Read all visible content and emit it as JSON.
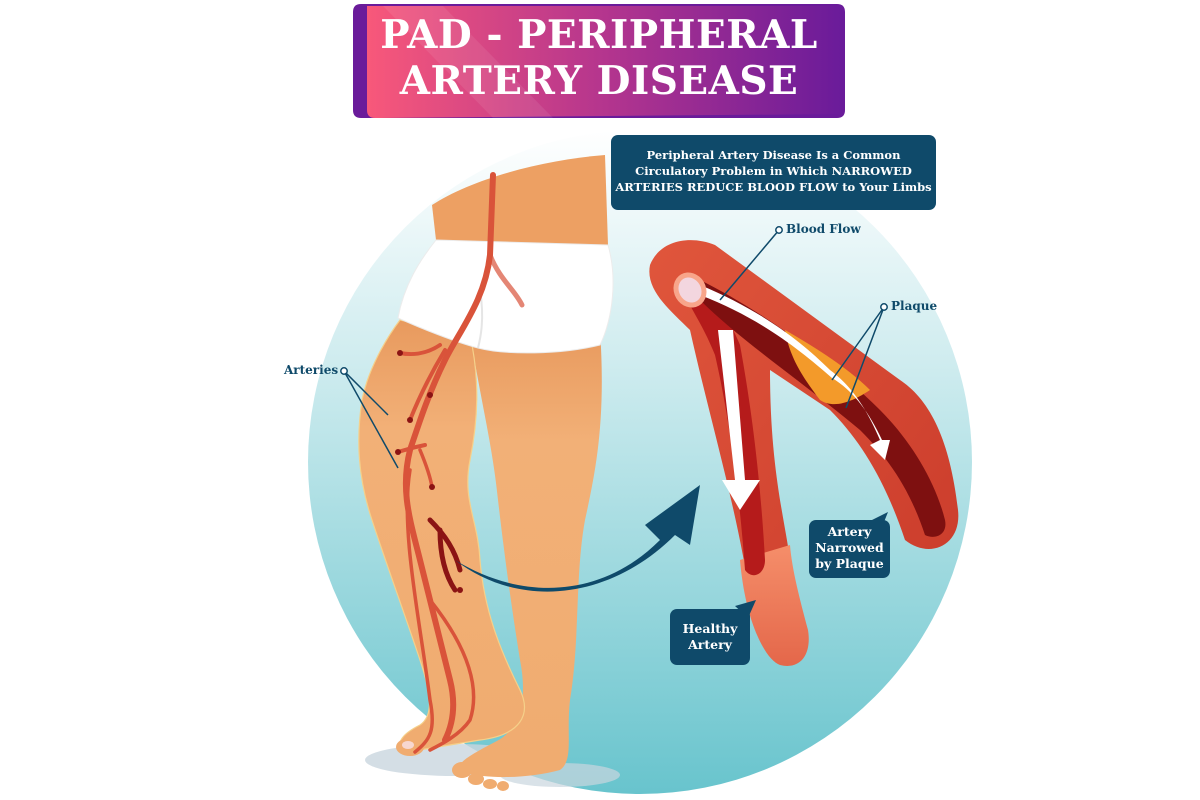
{
  "title": {
    "line1": "PAD - PERIPHERAL",
    "line2": "ARTERY DISEASE",
    "gradient_start": "#f8587a",
    "gradient_end": "#6a1b9a"
  },
  "info_box": {
    "line1": "Peripheral Artery Disease Is a Common",
    "line2": "Circulatory Problem in Which NARROWED",
    "line3": "ARTERIES REDUCE BLOOD FLOW to Your Limbs"
  },
  "labels": {
    "arteries": "Arteries",
    "blood_flow": "Blood Flow",
    "plaque": "Plaque"
  },
  "callouts": {
    "narrowed": {
      "line1": "Artery",
      "line2": "Narrowed",
      "line3": "by Plaque"
    },
    "healthy": {
      "line1": "Healthy",
      "line2": "Artery"
    }
  },
  "colors": {
    "navy": "#0f4a6a",
    "skin": "#f0ad72",
    "skin_dark": "#e08a55",
    "artery": "#d9533a",
    "artery_dark": "#8b1414",
    "plaque": "#f39a2a",
    "circle_top": "#ffffff",
    "circle_bottom": "#6cc6cf"
  }
}
